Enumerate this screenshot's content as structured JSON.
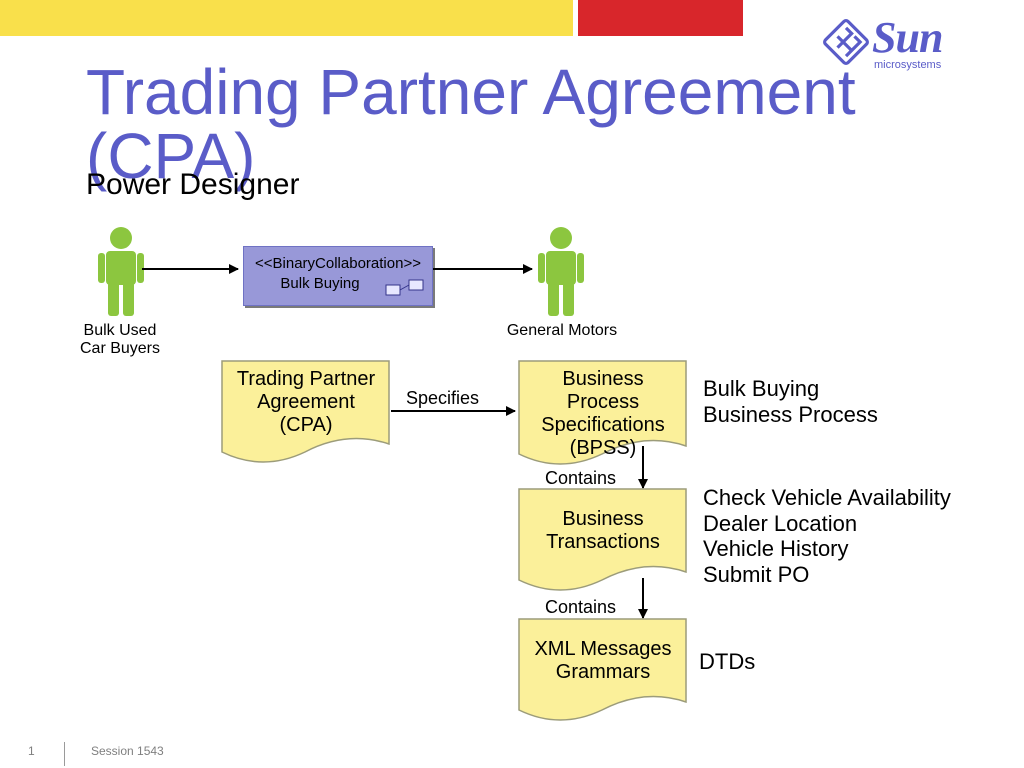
{
  "colors": {
    "bar_yellow": "#f9e04b",
    "bar_red": "#d8262b",
    "title": "#5a5cc8",
    "logo": "#5a5cc8",
    "actor_green": "#8cc63f",
    "collab_fill": "#9898d8",
    "doc_fill": "#fbf09a",
    "doc_stroke": "#9c9c7a",
    "footer_text": "#7f7f7f"
  },
  "logo": {
    "name": "Sun",
    "sub": "microsystems"
  },
  "header": {
    "title": "Trading Partner Agreement (CPA)",
    "subtitle": "Power Designer"
  },
  "actors": {
    "left": {
      "label_line1": "Bulk Used",
      "label_line2": "Car Buyers",
      "icon": "person-icon"
    },
    "right": {
      "label": "General Motors",
      "icon": "person-icon"
    }
  },
  "collaboration": {
    "stereotype": "<<BinaryCollaboration>>",
    "name": "Bulk Buying",
    "icon": "collaboration-icon"
  },
  "documents": {
    "tpa": {
      "lines": [
        "Trading Partner",
        "Agreement",
        "(CPA)"
      ]
    },
    "bpss": {
      "lines": [
        "Business",
        "Process",
        "Specifications",
        "(BPSS)"
      ]
    },
    "bt": {
      "lines": [
        "Business",
        "Transactions"
      ]
    },
    "xml": {
      "lines": [
        "XML Messages",
        "Grammars"
      ]
    }
  },
  "connectors": {
    "specifies": "Specifies",
    "contains_1": "Contains",
    "contains_2": "Contains"
  },
  "annotations": {
    "bpss": [
      "Bulk Buying",
      "Business Process"
    ],
    "bt": [
      "Check Vehicle Availability",
      "Dealer Location",
      "Vehicle History",
      "Submit PO"
    ],
    "xml": [
      "DTDs"
    ]
  },
  "footer": {
    "page": "1",
    "session": "Session 1543"
  }
}
